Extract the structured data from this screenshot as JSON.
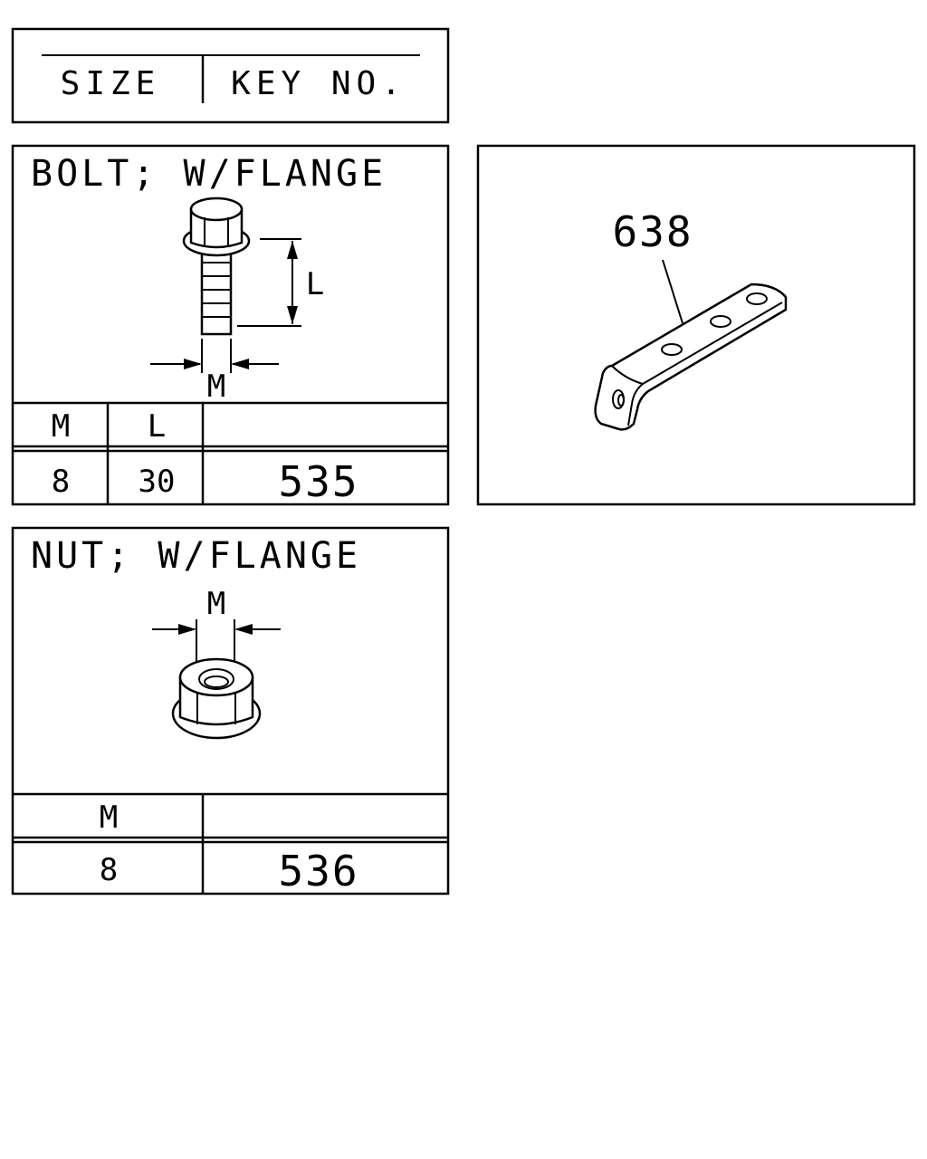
{
  "legend": {
    "size_label": "SIZE",
    "key_label": "KEY NO."
  },
  "bolt": {
    "title": "BOLT; W/FLANGE",
    "dim_length_label": "L",
    "dim_diameter_label": "M",
    "table_headers": [
      "M",
      "L",
      ""
    ],
    "table_values": [
      "8",
      "30"
    ],
    "key_no": "535"
  },
  "nut": {
    "title": "NUT; W/FLANGE",
    "dim_diameter_label": "M",
    "table_headers": [
      "M",
      ""
    ],
    "table_values": [
      "8"
    ],
    "key_no": "536"
  },
  "bracket": {
    "callout": "638"
  }
}
